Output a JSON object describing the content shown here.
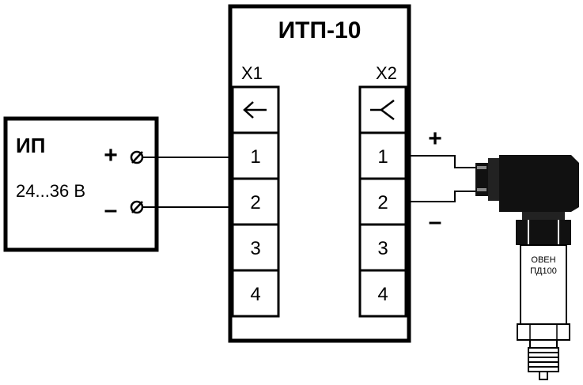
{
  "module": {
    "title": "ИТП-10",
    "connector_left": "X1",
    "connector_right": "X2",
    "left_terminals": [
      "1",
      "2",
      "3",
      "4"
    ],
    "right_terminals": [
      "1",
      "2",
      "3",
      "4"
    ]
  },
  "power_supply": {
    "title": "ИП",
    "voltage": "24...36 В",
    "plus_sign": "+",
    "minus_sign": "–"
  },
  "sensor": {
    "plus_sign": "+",
    "minus_sign": "–",
    "brand": "ОВЕН",
    "model": "ПД100"
  }
}
